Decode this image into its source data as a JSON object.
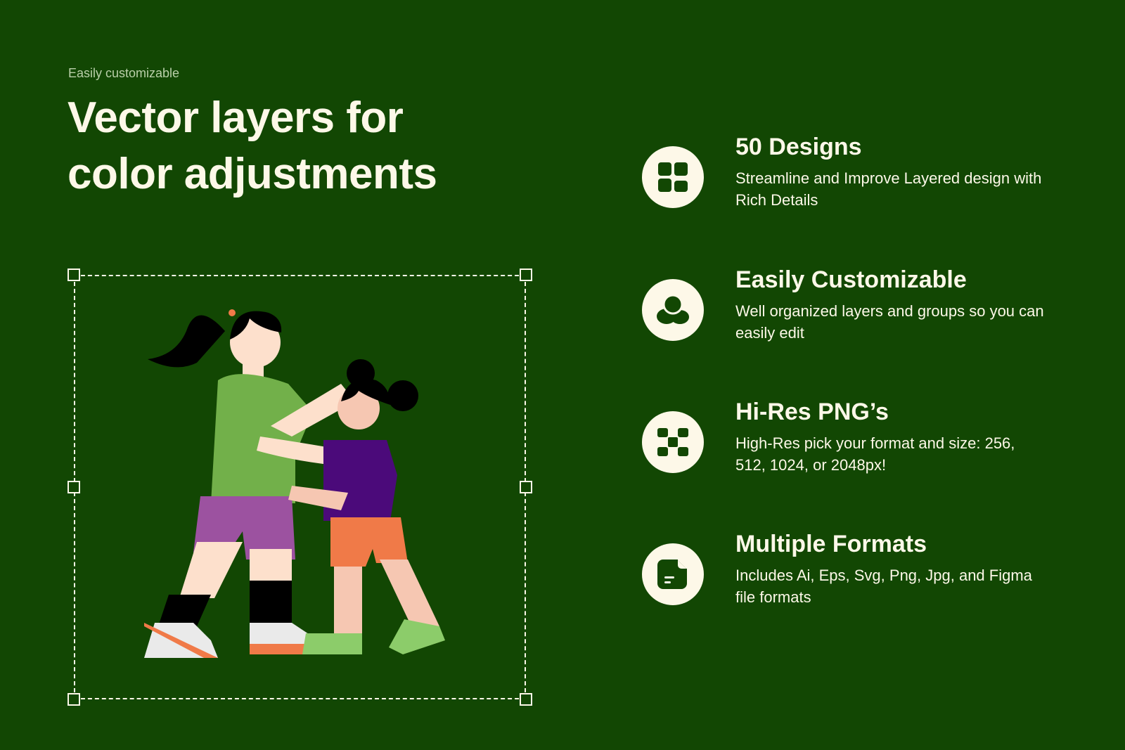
{
  "header": {
    "eyebrow": "Easily customizable",
    "title_line1": "Vector layers for",
    "title_line2": "color adjustments"
  },
  "colors": {
    "background": "#124703",
    "text": "#fdf8e8",
    "eyebrow": "#b9cfa9"
  },
  "features": [
    {
      "icon": "grid-icon",
      "title": "50 Designs",
      "description": "Streamline and Improve Layered design with Rich Details"
    },
    {
      "icon": "blend-circles-icon",
      "title": "Easily Customizable",
      "description": "Well organized layers and groups so you can easily edit"
    },
    {
      "icon": "checker-icon",
      "title": "Hi-Res PNG’s",
      "description": "High-Res pick your format and size: 256, 512, 1024, or 2048px!"
    },
    {
      "icon": "file-icon",
      "title": "Multiple Formats",
      "description": "Includes Ai, Eps, Svg, Png, Jpg, and Figma file formats"
    }
  ]
}
